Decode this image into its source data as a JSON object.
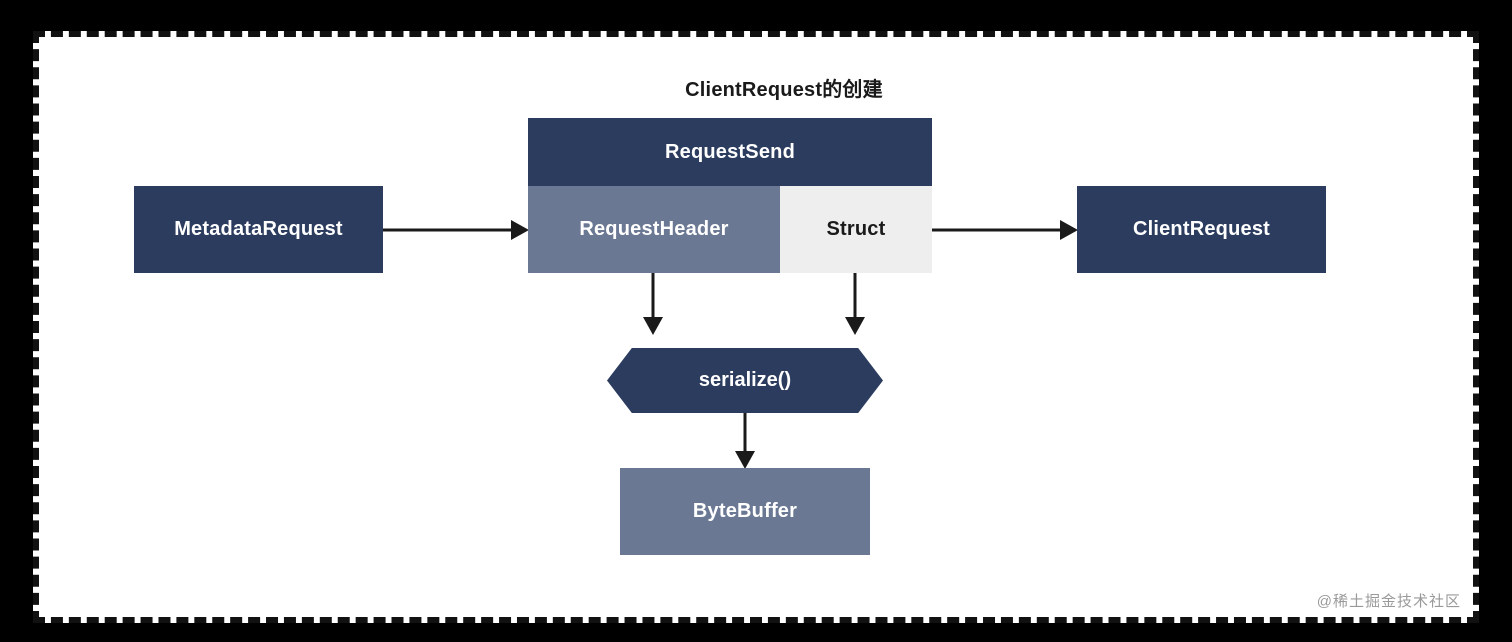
{
  "diagram": {
    "title": "ClientRequest的创建",
    "watermark": "@稀土掘金技术社区",
    "colors": {
      "navy": "#2b3c5f",
      "slate": "#6b7894",
      "light_gray": "#eeeeee",
      "arrow": "#1a1a1a",
      "canvas": "#ffffff",
      "outer": "#000000"
    },
    "nodes": {
      "metadata_request": {
        "label": "MetadataRequest",
        "shape": "rect",
        "fill": "navy"
      },
      "request_send": {
        "label": "RequestSend",
        "shape": "rect",
        "fill": "navy"
      },
      "request_header": {
        "label": "RequestHeader",
        "shape": "rect",
        "fill": "slate"
      },
      "struct": {
        "label": "Struct",
        "shape": "rect",
        "fill": "light_gray"
      },
      "client_request": {
        "label": "ClientRequest",
        "shape": "rect",
        "fill": "navy"
      },
      "serialize": {
        "label": "serialize()",
        "shape": "hexagon",
        "fill": "navy"
      },
      "byte_buffer": {
        "label": "ByteBuffer",
        "shape": "rect",
        "fill": "slate"
      }
    },
    "edges": [
      {
        "from": "metadata_request",
        "to": "request_send",
        "direction": "right"
      },
      {
        "from": "struct",
        "to": "client_request",
        "direction": "right"
      },
      {
        "from": "request_header",
        "to": "serialize",
        "direction": "down"
      },
      {
        "from": "struct",
        "to": "serialize",
        "direction": "down"
      },
      {
        "from": "serialize",
        "to": "byte_buffer",
        "direction": "down"
      }
    ]
  }
}
